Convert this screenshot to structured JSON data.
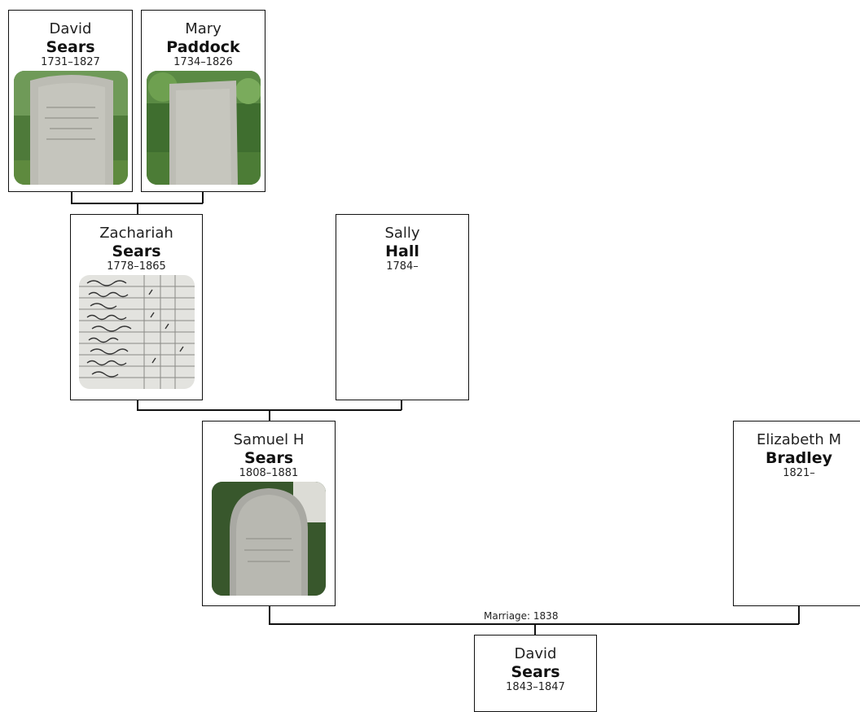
{
  "people": {
    "david_sr": {
      "given": "David",
      "surname": "Sears",
      "dates": "1731–1827",
      "photo": "gravestone-photo"
    },
    "mary": {
      "given": "Mary",
      "surname": "Paddock",
      "dates": "1734–1826",
      "photo": "gravestone-photo"
    },
    "zachariah": {
      "given": "Zachariah",
      "surname": "Sears",
      "dates": "1778–1865",
      "photo": "census-record-photo"
    },
    "sally": {
      "given": "Sally",
      "surname": "Hall",
      "dates": "1784–"
    },
    "samuel": {
      "given": "Samuel H",
      "surname": "Sears",
      "dates": "1808–1881",
      "photo": "gravestone-photo"
    },
    "elizabeth": {
      "given": "Elizabeth M",
      "surname": "Bradley",
      "dates": "1821–"
    },
    "david_jr": {
      "given": "David",
      "surname": "Sears",
      "dates": "1843–1847"
    }
  },
  "relationships": {
    "samuel_elizabeth": {
      "label": "Marriage: 1838"
    }
  },
  "colors": {
    "line": "#111111",
    "border": "#111111",
    "background": "#ffffff"
  }
}
